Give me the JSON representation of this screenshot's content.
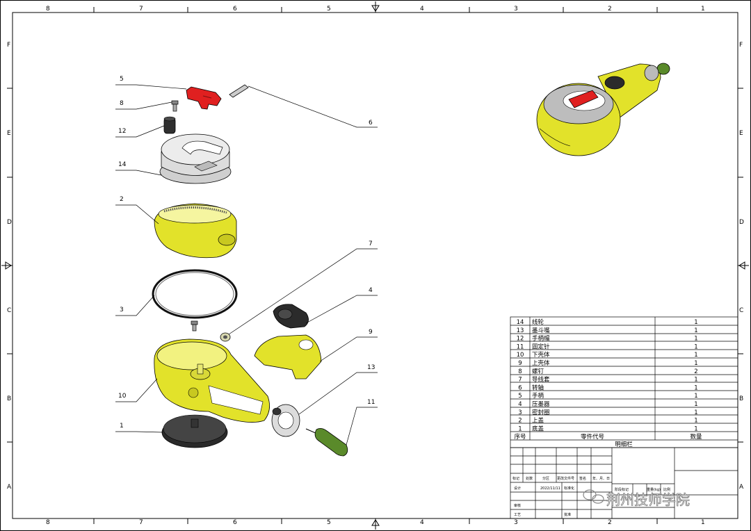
{
  "frame": {
    "col_top": [
      "8",
      "7",
      "6",
      "5",
      "4",
      "3",
      "2",
      "1"
    ],
    "col_bottom": [
      "8",
      "7",
      "6",
      "5",
      "4",
      "3",
      "2",
      "1"
    ],
    "rows_left": [
      "F",
      "E",
      "D",
      "C",
      "B",
      "A"
    ],
    "rows_right": [
      "F",
      "E",
      "D",
      "C",
      "B",
      "A"
    ]
  },
  "callouts": [
    {
      "n": "5"
    },
    {
      "n": "8"
    },
    {
      "n": "12"
    },
    {
      "n": "14"
    },
    {
      "n": "2"
    },
    {
      "n": "3"
    },
    {
      "n": "10"
    },
    {
      "n": "1"
    },
    {
      "n": "6"
    },
    {
      "n": "7"
    },
    {
      "n": "4"
    },
    {
      "n": "9"
    },
    {
      "n": "13"
    },
    {
      "n": "11"
    }
  ],
  "bom": {
    "rows": [
      {
        "no": "14",
        "name": "线轮",
        "qty": "1"
      },
      {
        "no": "13",
        "name": "墨斗嘴",
        "qty": "1"
      },
      {
        "no": "12",
        "name": "手柄帽",
        "qty": "1"
      },
      {
        "no": "11",
        "name": "固定针",
        "qty": "1"
      },
      {
        "no": "10",
        "name": "下壳体",
        "qty": "1"
      },
      {
        "no": "9",
        "name": "上壳体",
        "qty": "1"
      },
      {
        "no": "8",
        "name": "螺钉",
        "qty": "2"
      },
      {
        "no": "7",
        "name": "导线套",
        "qty": "1"
      },
      {
        "no": "6",
        "name": "转轴",
        "qty": "1"
      },
      {
        "no": "5",
        "name": "手柄",
        "qty": "1"
      },
      {
        "no": "4",
        "name": "压墨器",
        "qty": "1"
      },
      {
        "no": "3",
        "name": "密封圈",
        "qty": "1"
      },
      {
        "no": "2",
        "name": "上盖",
        "qty": "1"
      },
      {
        "no": "1",
        "name": "底盖",
        "qty": "1"
      }
    ],
    "header_no": "序号",
    "header_name": "零件代号",
    "header_qty": "数量",
    "caption": "明细栏"
  },
  "title_block": {
    "mark": "标记",
    "count": "处数",
    "zone": "分区",
    "doc_no": "更改文件号",
    "sign": "签名",
    "date": "年、月、日",
    "design": "设计",
    "design_date": "2022/11/11",
    "standardize": "标准化",
    "review": "审核",
    "process": "工艺",
    "approve": "批准",
    "stage": "阶段标记",
    "weight": "重量(kg)",
    "scale": "比例"
  },
  "watermark": "荆州技师学院",
  "colors": {
    "yellow": "#e2e22a",
    "red": "#e02020",
    "dark": "#3a3a3a",
    "olive": "#5a8a2a"
  }
}
